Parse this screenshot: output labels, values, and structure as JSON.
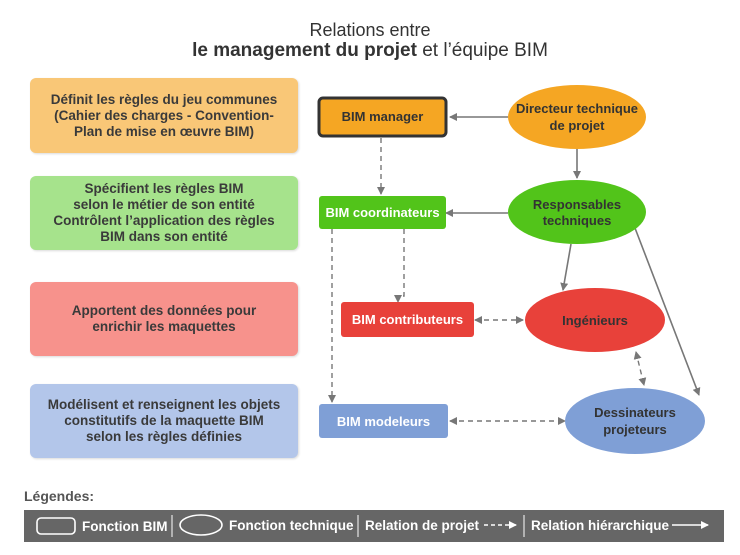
{
  "title": {
    "line1": "Relations entre",
    "line2_bold": "le management du projet",
    "line2_rest": " et l’équipe BIM"
  },
  "panels": [
    {
      "lines": [
        "Définit les règles du jeu communes",
        "(Cahier des charges - Convention-",
        "Plan de mise en œuvre BIM)"
      ],
      "color": "#f9c777"
    },
    {
      "lines": [
        "Spécifient les règles BIM",
        "selon le métier de son entité",
        "Contrôlent l’application des règles",
        "BIM dans son entité"
      ],
      "color": "#a6e38c"
    },
    {
      "lines": [
        "Apportent des données pour",
        "enrichir les maquettes"
      ],
      "color": "#f7928c"
    },
    {
      "lines": [
        "Modélisent et renseignent les objets",
        "constitutifs de la maquette BIM",
        "selon les règles définies"
      ],
      "color": "#b3c6ea"
    }
  ],
  "bim_nodes": {
    "manager": {
      "label": "BIM manager",
      "color": "#f5a623"
    },
    "coordinateurs": {
      "label": "BIM coordinateurs",
      "color": "#52c41a"
    },
    "contributeurs": {
      "label": "BIM contributeurs",
      "color": "#e8413a"
    },
    "modeleurs": {
      "label": "BIM modeleurs",
      "color": "#7f9fd6"
    }
  },
  "tech_nodes": {
    "directeur": {
      "lines": [
        "Directeur technique",
        "de projet"
      ],
      "color": "#f5a623"
    },
    "responsables": {
      "lines": [
        "Responsables",
        "techniques"
      ],
      "color": "#52c41a"
    },
    "ingenieurs": {
      "lines": [
        "Ingénieurs"
      ],
      "color": "#e8413a"
    },
    "dessinateurs": {
      "lines": [
        "Dessinateurs",
        "projeteurs"
      ],
      "color": "#7f9fd6"
    }
  },
  "legend": {
    "title": "Légendes:",
    "fonction_bim": "Fonction BIM",
    "fonction_technique": "Fonction technique",
    "relation_projet": "Relation de projet",
    "relation_hierarchique": "Relation hiérarchique"
  }
}
